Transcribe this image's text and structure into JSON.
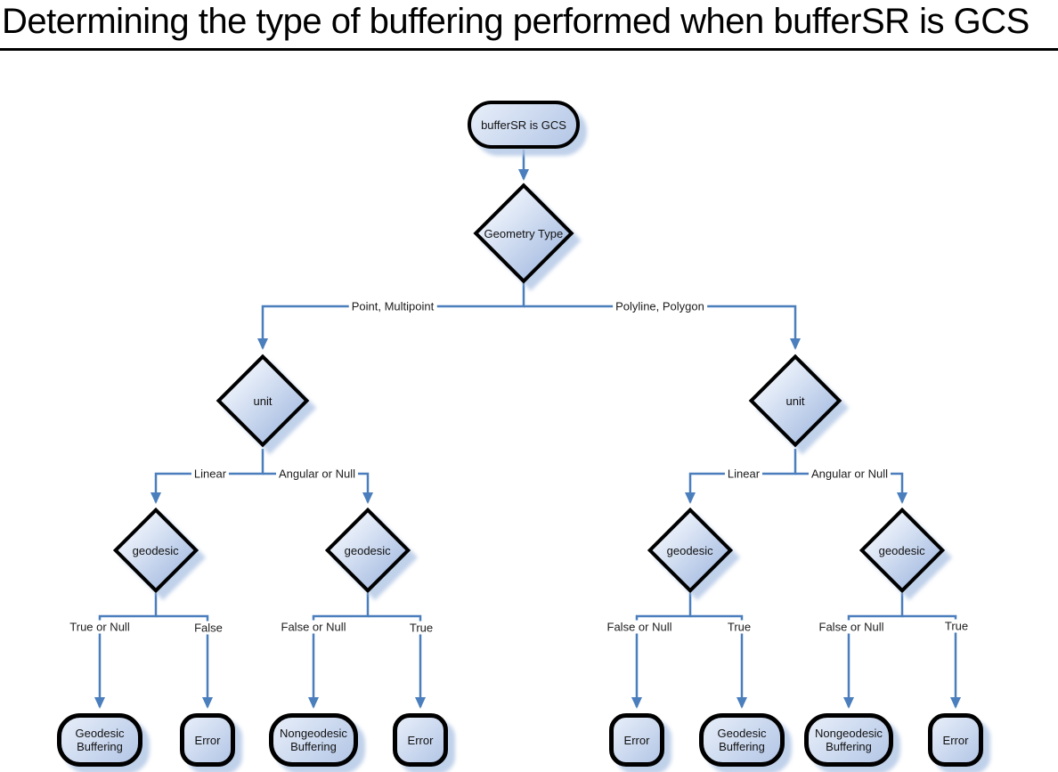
{
  "title": "Determining the type of buffering performed when bufferSR is GCS",
  "colors": {
    "connector": "#4a7ebc",
    "node_border": "#000000",
    "node_fill_light": "#e7eef9",
    "node_fill_dark": "#b3c6e6",
    "node_shadow": "#b0c5e5",
    "title_text": "#000000",
    "edge_label_text": "#1c1c1c"
  },
  "nodes": {
    "start": "bufferSR is GCS",
    "geometry_type": "Geometry Type",
    "unit": "unit",
    "geodesic": "geodesic"
  },
  "edge_labels": {
    "point_multipoint": "Point, Multipoint",
    "polyline_polygon": "Polyline, Polygon",
    "linear": "Linear",
    "angular_or_null": "Angular or Null",
    "true_or_null": "True or Null",
    "false_label": "False",
    "false_or_null": "False or Null",
    "true_label": "True"
  },
  "terminals": [
    "Geodesic Buffering",
    "Error",
    "Nongeodesic Buffering",
    "Error",
    "Error",
    "Geodesic Buffering",
    "Nongeodesic Buffering",
    "Error"
  ]
}
